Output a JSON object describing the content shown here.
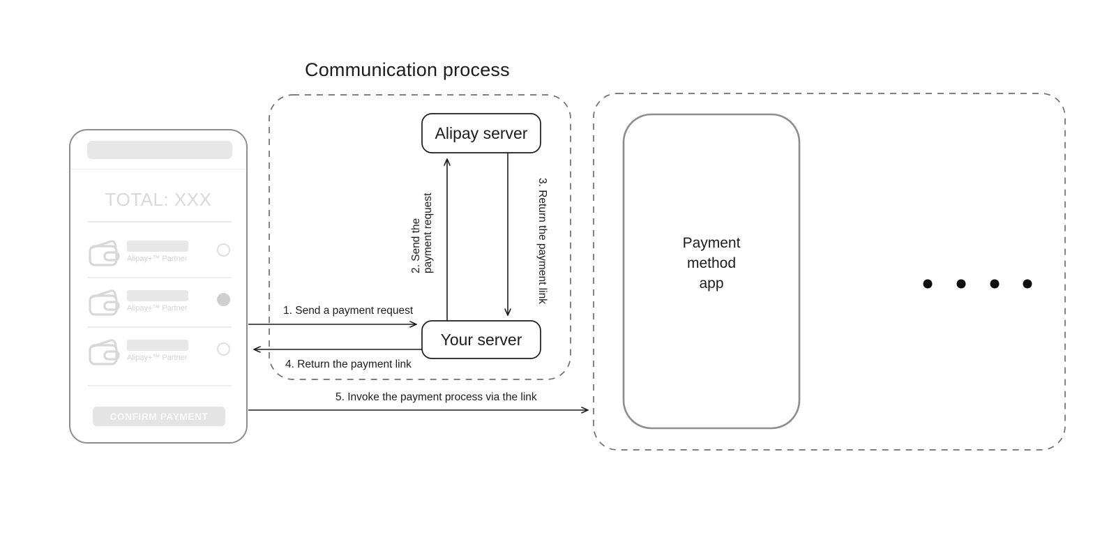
{
  "diagram": {
    "title": "Communication process",
    "type": "sequence-flow"
  },
  "nodes": {
    "alipay_server": "Alipay server",
    "your_server": "Your server",
    "payment_method_app": {
      "line1": "Payment",
      "line2": "method",
      "line3": "app"
    }
  },
  "steps": [
    {
      "id": 1,
      "label": "1. Send a payment request",
      "direction": "phone-to-your-server"
    },
    {
      "id": 2,
      "line1": "2. Send the",
      "line2": "payment request",
      "direction": "your-server-to-alipay-server"
    },
    {
      "id": 3,
      "line1": "3. Return the",
      "line2": "payment link",
      "direction": "alipay-server-to-your-server"
    },
    {
      "id": 4,
      "label": "4. Return the payment link",
      "direction": "your-server-to-phone"
    },
    {
      "id": 5,
      "label": "5. Invoke the payment process via the link",
      "direction": "phone-to-payment-app"
    }
  ],
  "phone": {
    "total_label": "TOTAL: XXX",
    "payment_methods": [
      {
        "partner_label": "Alipay+™ Partner",
        "selected": false
      },
      {
        "partner_label": "Alipay+™ Partner",
        "selected": true
      },
      {
        "partner_label": "Alipay+™ Partner",
        "selected": false
      }
    ],
    "confirm_button": "CONFIRM PAYMENT"
  },
  "right_panel": {
    "ellipsis_dots": 4
  },
  "colors": {
    "stroke_dark": "#1b1b1b",
    "stroke_gray": "#8d8d8d",
    "dashed_border": "#6e6e6e",
    "phone_placeholder": "#e7e7e7",
    "muted_text": "#d2d2d2",
    "background": "#ffffff"
  }
}
